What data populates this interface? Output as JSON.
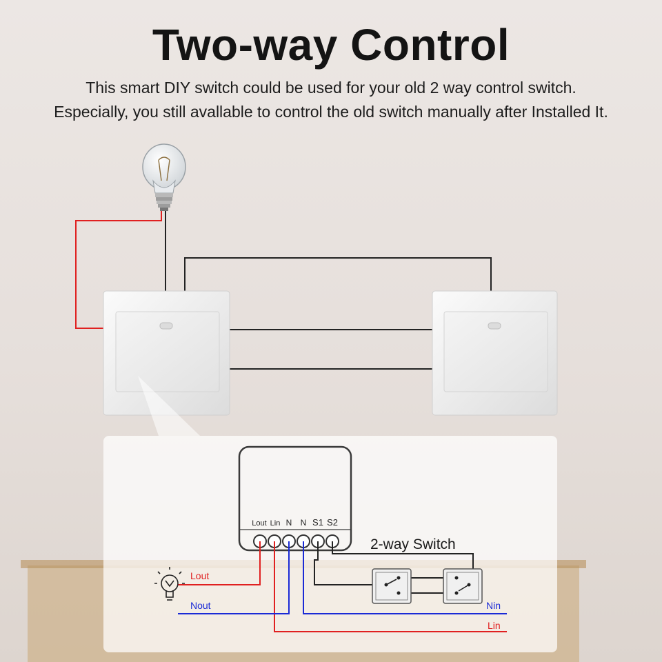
{
  "title": "Two-way Control",
  "subtitle_line1": "This smart DIY switch could be used for your old 2 way control switch.",
  "subtitle_line2": "Especially, you still avallable to control the old switch manually after Installed It.",
  "module": {
    "terminals": [
      "Lout",
      "Lin",
      "N",
      "N",
      "S1",
      "S2"
    ]
  },
  "diagram": {
    "two_way_label": "2-way Switch",
    "lout_label": "Lout",
    "nout_label": "Nout",
    "nin_label": "Nin",
    "lin_label": "Lin"
  },
  "colors": {
    "live": "#e02020",
    "neutral": "#1a2ad6",
    "wire": "#222222"
  }
}
